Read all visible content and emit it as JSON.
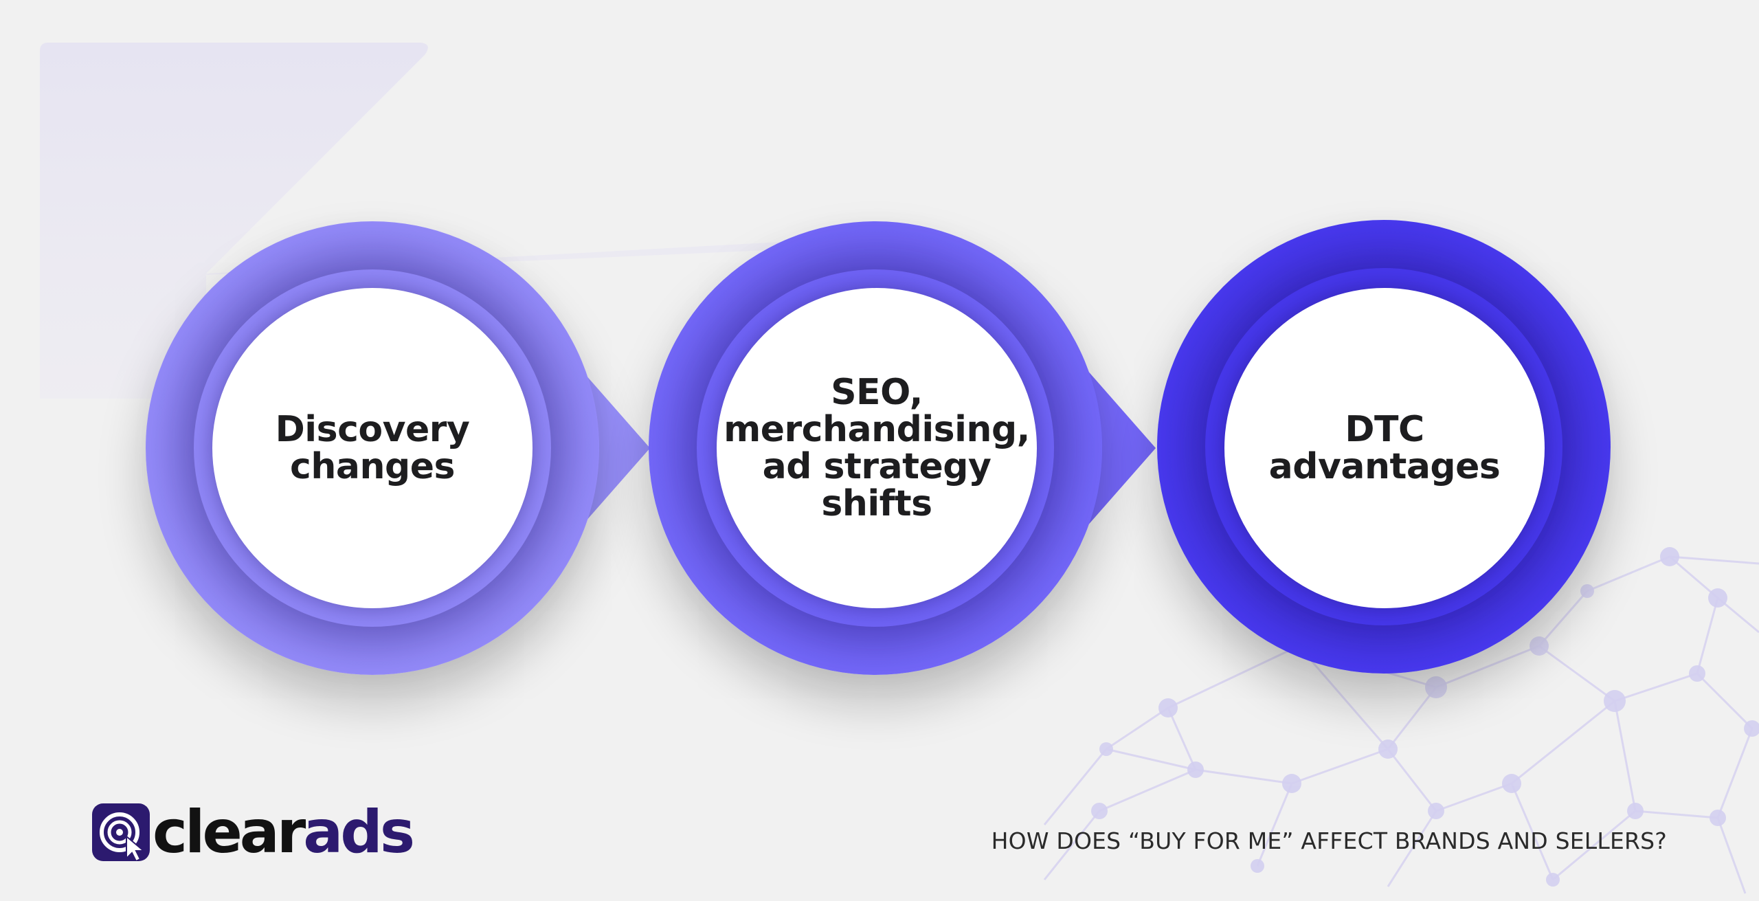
{
  "diagram": {
    "steps": [
      {
        "lines": [
          "Discovery",
          "changes"
        ],
        "ring_color": "#968dfb"
      },
      {
        "lines": [
          "SEO,",
          "merchandising,",
          "ad strategy",
          "shifts"
        ],
        "ring_color": "#7366f8"
      },
      {
        "lines": [
          "DTC",
          "advantages"
        ],
        "ring_color": "#4838ef"
      }
    ]
  },
  "brand": {
    "word_part1": "clear",
    "word_part2": "ads",
    "mark_color": "#2c1a6f",
    "icon": "target-cursor-icon"
  },
  "footer": {
    "title": "HOW DOES “BUY FOR ME” AFFECT BRANDS AND SELLERS?"
  },
  "colors": {
    "background": "#f1f1f1",
    "accent_light": "#968dfb",
    "accent_mid": "#7366f8",
    "accent_dark": "#4838ef",
    "text": "#1d1d1f"
  }
}
